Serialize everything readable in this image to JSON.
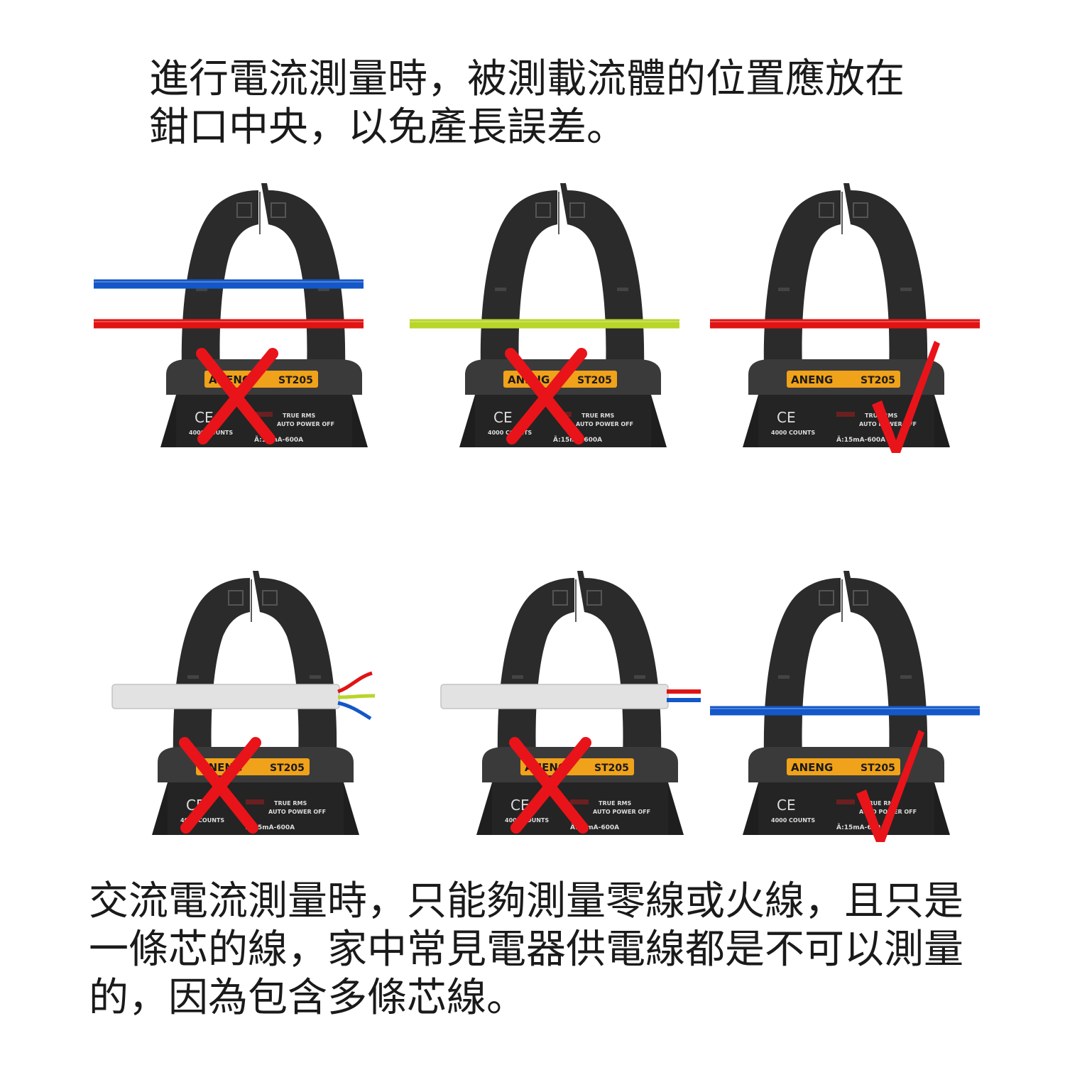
{
  "caption_top": "進行電流測量時，被測載流體的位置應放在\n鉗口中央，以免產長誤差。",
  "caption_bottom": "交流電流測量時，只能夠測量零線或火線，且只是\n一條芯的線，家中常見電器供電線都是不可以測量\n的，因為包含多條芯線。",
  "meter": {
    "brand": "ANENG",
    "model": "ST205",
    "ce_mark": "CE",
    "counts": "4000 COUNTS",
    "true_rms": "TRUE RMS",
    "auto_power_off": "AUTO POWER OFF",
    "range": "Ã:15mA-600A"
  },
  "panels": [
    {
      "id": "p1",
      "verdict": "wrong",
      "wire": "two_wires",
      "colors": [
        "#1357c9",
        "#e01414"
      ]
    },
    {
      "id": "p2",
      "verdict": "wrong",
      "wire": "single_off_center",
      "colors": [
        "#b8d62a"
      ]
    },
    {
      "id": "p3",
      "verdict": "correct",
      "wire": "single_center",
      "colors": [
        "#e01414"
      ]
    },
    {
      "id": "p4",
      "verdict": "wrong",
      "wire": "three_core_cable",
      "colors": [
        "#e01414",
        "#b8d62a",
        "#1357c9"
      ]
    },
    {
      "id": "p5",
      "verdict": "wrong",
      "wire": "two_core_cable",
      "colors": [
        "#e01414",
        "#1357c9"
      ]
    },
    {
      "id": "p6",
      "verdict": "correct",
      "wire": "single_center",
      "colors": [
        "#1357c9"
      ]
    }
  ],
  "colors": {
    "wrong_mark": "#e8141a",
    "correct_mark": "#e8141a",
    "clamp_body": "#2b2b2b",
    "brand_badge": "#f0a21a",
    "cable_sheath": "#e2e2e2"
  }
}
